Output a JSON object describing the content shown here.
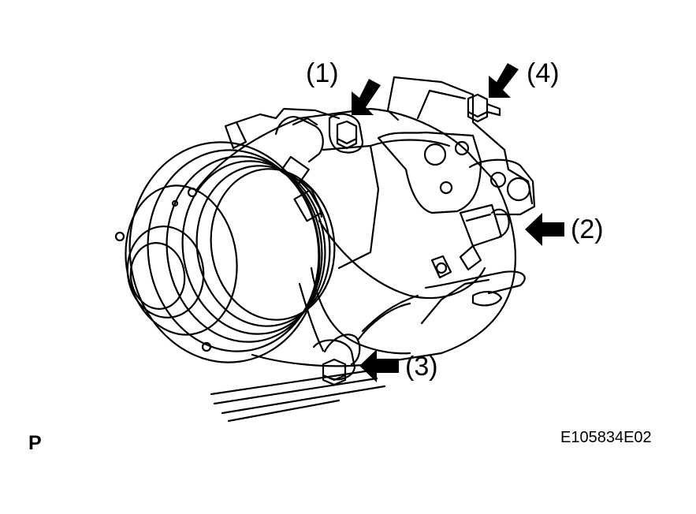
{
  "figure": {
    "callouts": [
      "(1)",
      "(2)",
      "(3)",
      "(4)"
    ],
    "view_letter": "P",
    "figure_code": "E105834E02"
  },
  "colors": {
    "ink": "#000000",
    "paper": "#ffffff"
  },
  "icons": [
    "arrow-icon"
  ]
}
